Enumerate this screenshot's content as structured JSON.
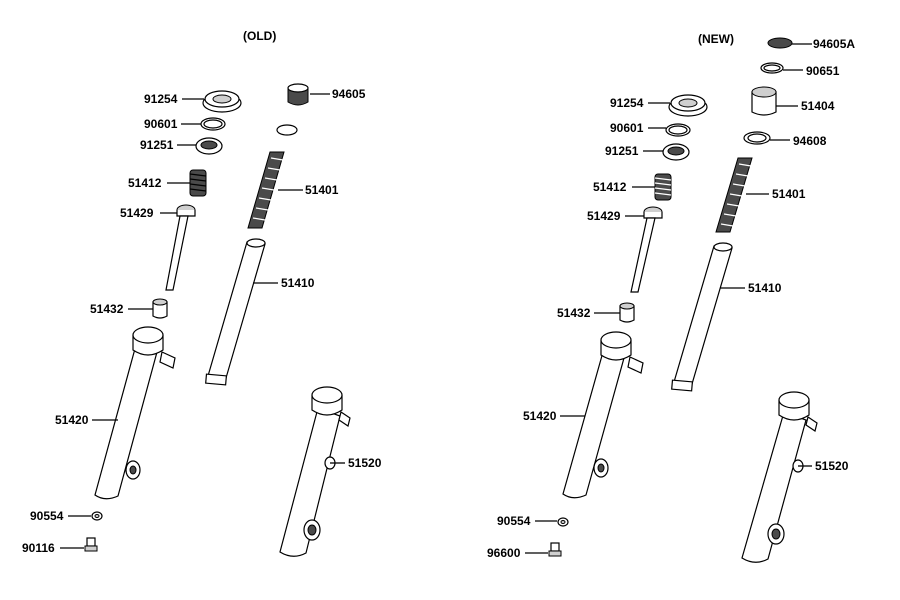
{
  "headers": {
    "old": "(OLD)",
    "new": "(NEW)"
  },
  "old": {
    "p91254": "91254",
    "p90601": "90601",
    "p91251": "91251",
    "p51412": "51412",
    "p51429": "51429",
    "p51432": "51432",
    "p51420": "51420",
    "p90554": "90554",
    "p90116": "90116",
    "p94605": "94605",
    "p51401": "51401",
    "p51410": "51410",
    "p51520": "51520"
  },
  "new": {
    "p94605A": "94605A",
    "p90651": "90651",
    "p51404": "51404",
    "p94608": "94608",
    "p91254": "91254",
    "p90601": "90601",
    "p91251": "91251",
    "p51412": "51412",
    "p51429": "51429",
    "p51432": "51432",
    "p51401": "51401",
    "p51410": "51410",
    "p51420": "51420",
    "p90554": "90554",
    "p96600": "96600",
    "p51520": "51520"
  }
}
